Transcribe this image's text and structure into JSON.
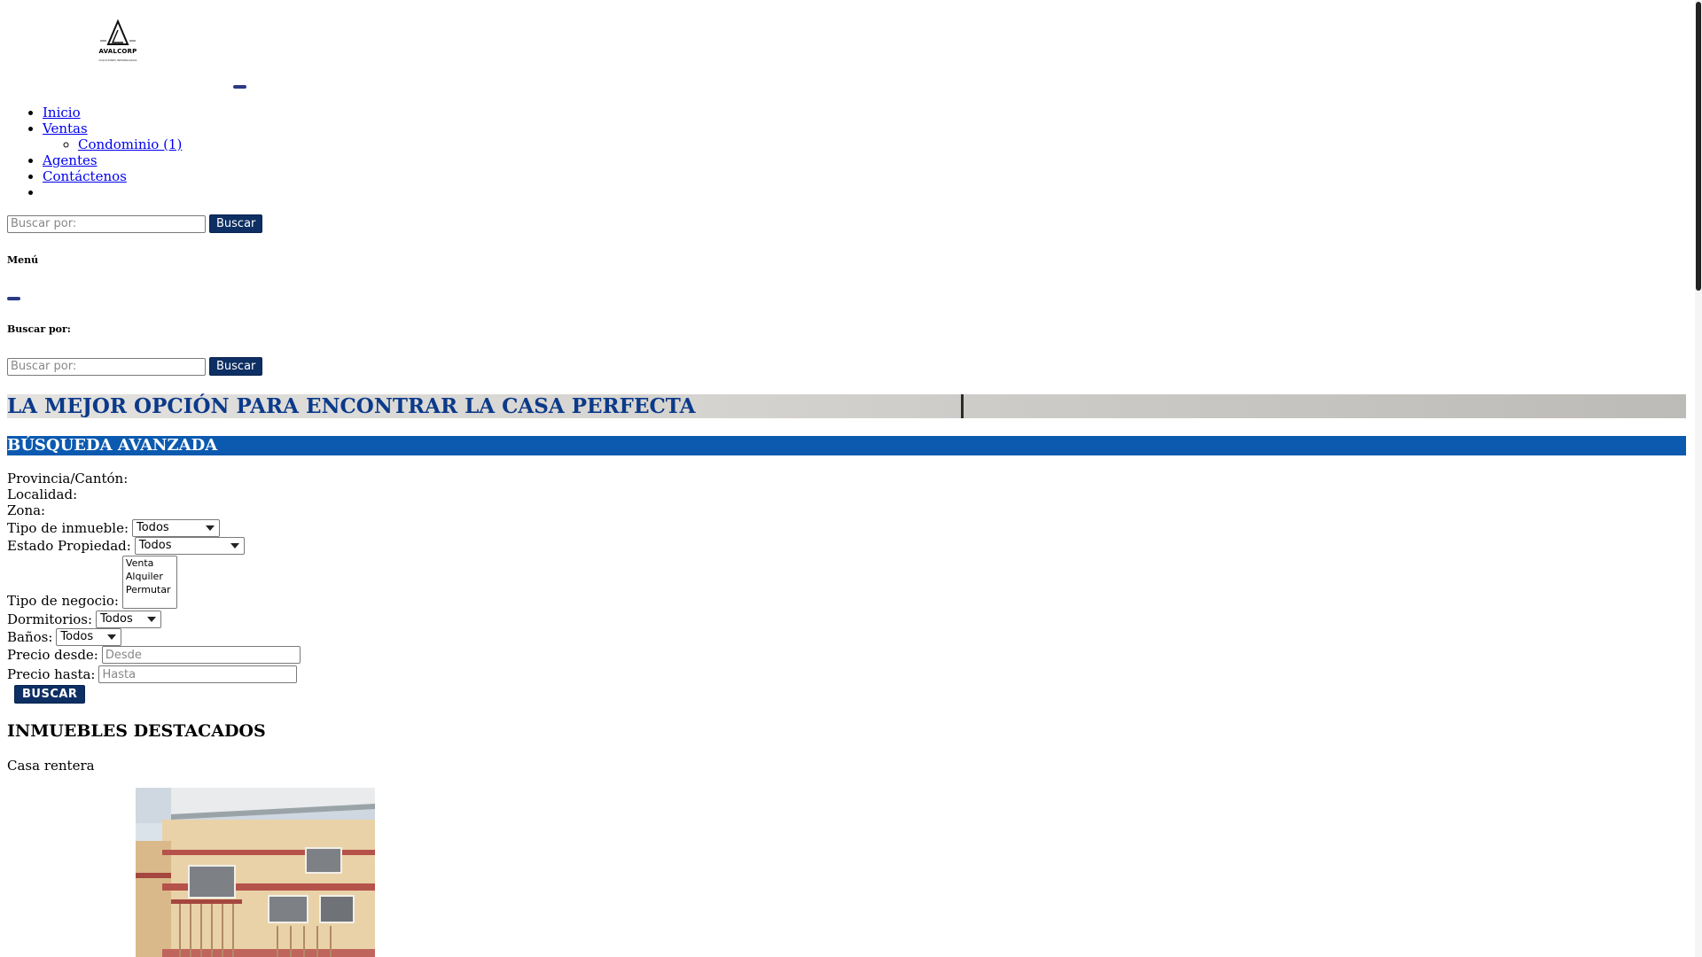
{
  "brand": {
    "logo_text": "AVALCORP",
    "logo_subtext": "SOLUCIONES INMOBILIARIAS"
  },
  "nav": {
    "items": [
      {
        "label": "Inicio"
      },
      {
        "label": "Ventas"
      },
      {
        "label": "Agentes"
      },
      {
        "label": "Contáctenos"
      }
    ],
    "sub_item": "Condominio (1)"
  },
  "search": {
    "placeholder": "Buscar por:",
    "button": "Buscar"
  },
  "offcanvas": {
    "menu_heading": "Menú",
    "search_heading": "Buscar por:"
  },
  "hero": {
    "title": "LA MEJOR OPCIÓN PARA ENCONTRAR LA CASA PERFECTA"
  },
  "advanced_search": {
    "title": "BÚSQUEDA AVANZADA",
    "province_label": "Provincia/Cantón:",
    "locality_label": "Localidad:",
    "zone_label": "Zona:",
    "property_type_label": "Tipo de inmueble:",
    "property_type_value": "Todos",
    "status_label": "Estado Propiedad:",
    "status_value": "Todos",
    "business_type_label": "Tipo de negocio:",
    "business_type_options": [
      "Venta",
      "Alquiler",
      "Permutar"
    ],
    "bedrooms_label": "Dormitorios:",
    "bedrooms_value": "Todos",
    "bathrooms_label": "Baños:",
    "bathrooms_value": "Todos",
    "price_from_label": "Precio desde:",
    "price_from_placeholder": "Desde",
    "price_to_label": "Precio hasta:",
    "price_to_placeholder": "Hasta",
    "submit": "BUSCAR"
  },
  "featured": {
    "title": "INMUEBLES DESTACADOS",
    "items": [
      {
        "title": "Casa rentera"
      }
    ]
  },
  "colors": {
    "brand_dark": "#0d2f63",
    "bar_blue": "#0c5ab0",
    "hero_text": "#0b3a8a",
    "link": "#0000ee"
  }
}
